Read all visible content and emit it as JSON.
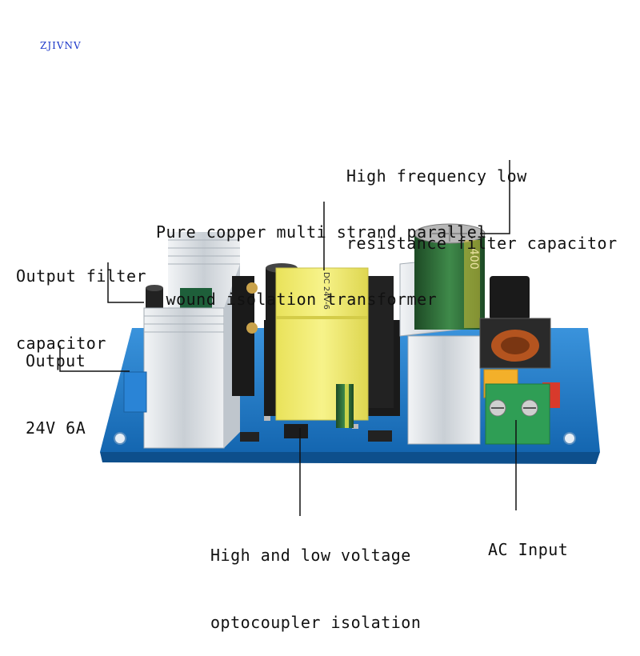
{
  "brand": "ZJIVNV",
  "callouts": {
    "filter_cap": [
      "High frequency low",
      "resistance filter capacitor"
    ],
    "transformer": [
      "Pure copper multi strand parallel",
      " wound isolation transformer"
    ],
    "output_cap": [
      "Output filter",
      "capacitor"
    ],
    "output": [
      "Output",
      "24V 6A"
    ],
    "optocoupler": [
      "High and low voltage",
      "optocoupler isolation"
    ],
    "ac_input": [
      "AC Input"
    ]
  },
  "pcb_marks": {
    "transformer_text": "DC 24V-6",
    "cap_text": "400"
  },
  "colors": {
    "pcb": "#1f78c8",
    "heatsink": "#d9dde2",
    "transformer": "#f1ec6a",
    "capacitor": "#2f6f3a",
    "terminal_green": "#2f9e55",
    "terminal_blue": "#2a84d6",
    "xcap_yellow": "#f3b02a"
  }
}
